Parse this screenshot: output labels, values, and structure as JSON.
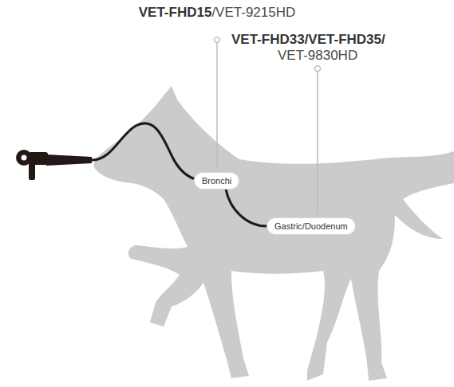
{
  "diagram": {
    "nodes": [
      {
        "text": [
          "Bronchi"
        ]
      },
      {
        "text": [
          "Gastric/Duodenum"
        ]
      }
    ],
    "edges": [
      {
        "from": 0,
        "to": 1,
        "arrow": "none"
      }
    ],
    "labels": [
      "VET-FHD15",
      "/VET-9215HD",
      "VET-FHD33/VET-FHD35/",
      "VET-9830HD"
    ]
  }
}
